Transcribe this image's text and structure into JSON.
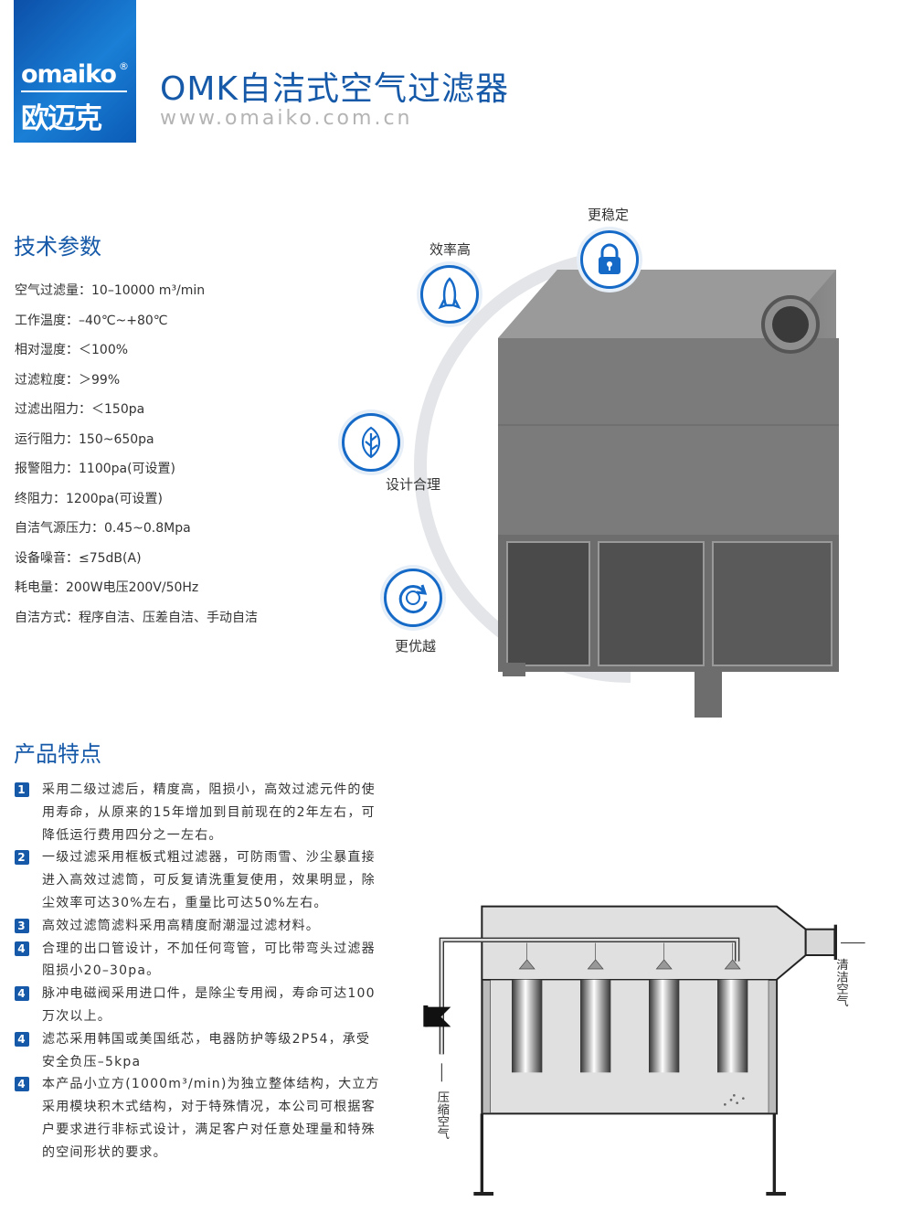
{
  "header": {
    "logo_en": "omaiko",
    "logo_reg": "®",
    "logo_cn": "欧迈克",
    "title": "OMK自洁式空气过滤器",
    "url": "www.omaiko.com.cn"
  },
  "specs": {
    "heading": "技术参数",
    "items": [
      "空气过滤量：10–10000 m³/min",
      "工作温度：–40℃~+80℃",
      "相对湿度：＜100%",
      "过滤粒度：＞99%",
      "过滤出阻力：＜150pa",
      "运行阻力：150~650pa",
      "报警阻力：1100pa(可设置)",
      "终阻力：1200pa(可设置)",
      "自洁气源压力：0.45~0.8Mpa",
      "设备噪音：≤75dB(A)",
      "耗电量：200W电压200V/50Hz",
      "自洁方式：程序自洁、压差自洁、手动自洁"
    ]
  },
  "highlights": {
    "efficiency": "效率高",
    "stable": "更稳定",
    "design": "设计合理",
    "superior": "更优越"
  },
  "features": {
    "heading": "产品特点",
    "items": [
      {
        "num": "1",
        "text": "采用二级过滤后，精度高，阻损小，高效过滤元件的使用寿命，从原来的15年增加到目前现在的2年左右，可降低运行费用四分之一左右。"
      },
      {
        "num": "2",
        "text": "一级过滤采用框板式粗过滤器，可防雨雪、沙尘暴直接进入高效过滤筒，可反复请洗重复使用，效果明显，除尘效率可达30%左右，重量比可达50%左右。"
      },
      {
        "num": "3",
        "text": "高效过滤筒滤料采用高精度耐潮湿过滤材料。"
      },
      {
        "num": "4",
        "text": "合理的出口管设计，不加任何弯管，可比带弯头过滤器阻损小20–30pa。"
      },
      {
        "num": "4",
        "text": "脉冲电磁阀采用进口件，是除尘专用阀，寿命可达100万次以上。"
      },
      {
        "num": "4",
        "text": "滤芯采用韩国或美国纸芯，电器防护等级2P54，承受安全负压–5kpa"
      },
      {
        "num": "4",
        "text": "本产品小立方(1000m³/min)为独立整体结构，大立方采用模块积木式结构，对于特殊情况，本公司可根据客户要求进行非标式设计，满足客户对任意处理量和特殊的空间形状的要求。"
      }
    ]
  },
  "diagram": {
    "clean_air": "清洁空气",
    "compressed_air": "压缩空气"
  }
}
